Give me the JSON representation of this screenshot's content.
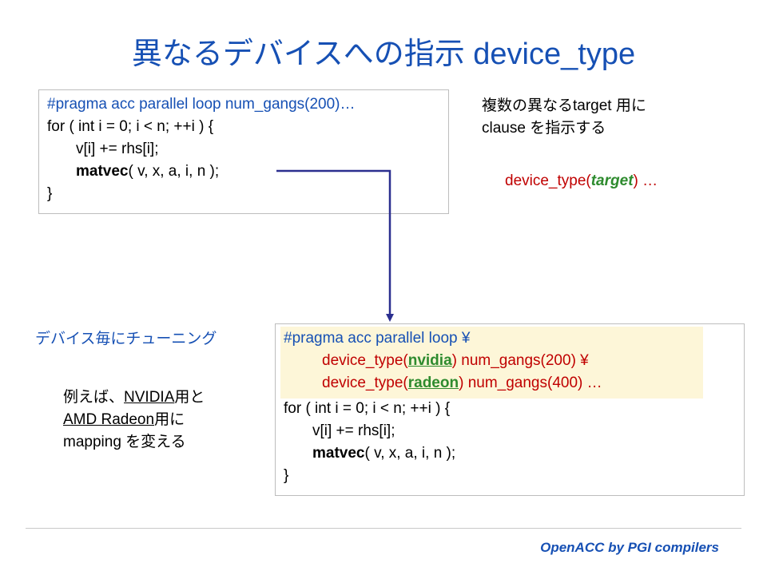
{
  "title": "異なるデバイスへの指示 device_type",
  "code1": {
    "line1": "#pragma acc parallel loop num_gangs(200)…",
    "line2": "for ( int i = 0; i < n; ++i ) {",
    "line3": "v[i] += rhs[i];",
    "line4_bold": "matvec",
    "line4_rest": "( v, x, a, i, n );",
    "line5": "}"
  },
  "note_right": {
    "line1": "複数の異なるtarget 用に",
    "line2": "clause を指示する"
  },
  "device_type_example": {
    "prefix": "device_type(",
    "target": "target",
    "suffix": ") …"
  },
  "note_left_title": "デバイス毎にチューニング",
  "note_left": {
    "l1_pre": "例えば、",
    "l1_ul": "NVIDIA",
    "l1_post": "用と",
    "l2_ul": "AMD Radeon",
    "l2_post": "用に",
    "l3": "mapping を変える"
  },
  "code2": {
    "line1": "#pragma acc parallel loop ¥",
    "line2_pre": "device_type(",
    "line2_target": "nvidia",
    "line2_post": ") num_gangs(200)  ¥",
    "line3_pre": "device_type(",
    "line3_target": "radeon",
    "line3_post": ") num_gangs(400) …",
    "line4": "for ( int i = 0; i < n; ++i ) {",
    "line5": "v[i] += rhs[i];",
    "line6_bold": "matvec",
    "line6_rest": "( v, x, a, i, n );",
    "line7": "}"
  },
  "footer": "OpenACC by PGI compilers",
  "colors": {
    "accent_blue": "#1650b4",
    "red": "#c00000",
    "green": "#2e8b2e",
    "arrow": "#2b2f8f",
    "highlight": "#fdf6d8"
  }
}
